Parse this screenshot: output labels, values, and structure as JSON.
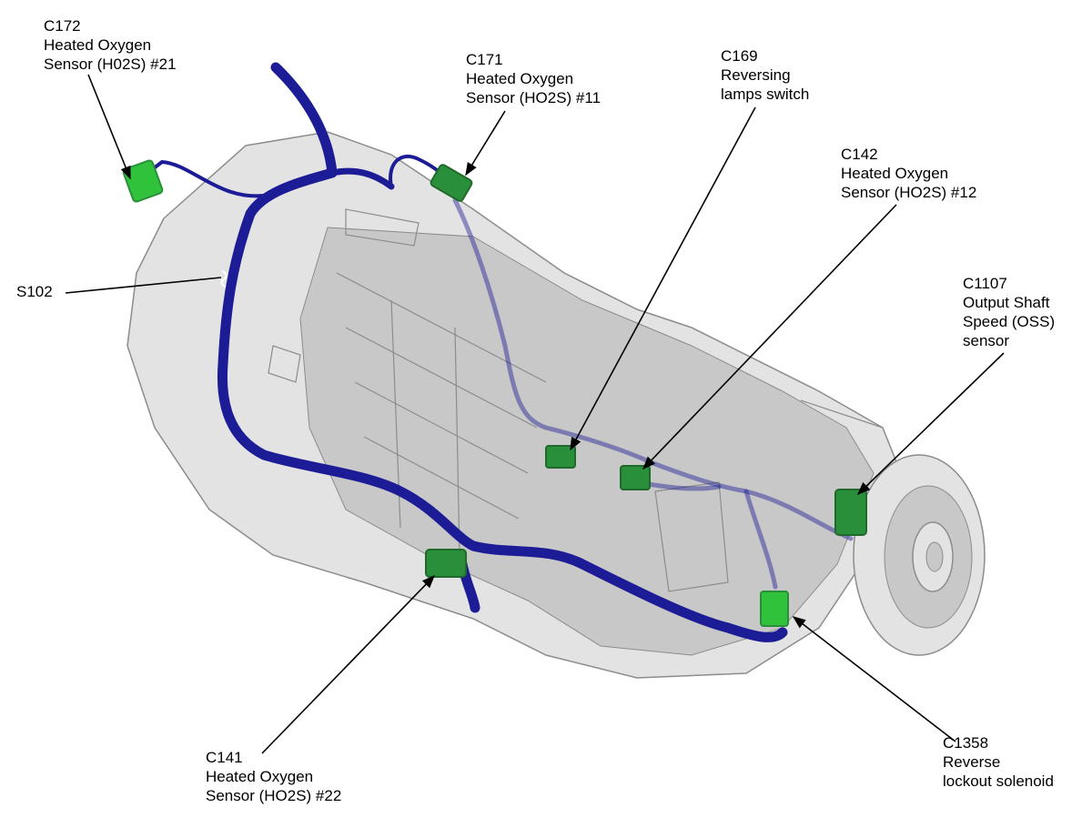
{
  "colors": {
    "housing": "#e3e3e3",
    "housing_shade": "#c8c8c8",
    "housing_edge": "#8c8c8c",
    "harness": "#1c1c96",
    "connector": "#2fc23a",
    "connector_dark": "#2a8f3b",
    "leader": "#000000"
  },
  "callouts": [
    {
      "id": "c172",
      "lines": [
        "C172",
        "Heated Oxygen",
        "Sensor (H02S) #21"
      ]
    },
    {
      "id": "c171",
      "lines": [
        "C171",
        "Heated Oxygen",
        "Sensor (HO2S) #11"
      ]
    },
    {
      "id": "c169",
      "lines": [
        "C169",
        "Reversing",
        "lamps switch"
      ]
    },
    {
      "id": "c142",
      "lines": [
        "C142",
        "Heated Oxygen",
        "Sensor (HO2S) #12"
      ]
    },
    {
      "id": "c1107",
      "lines": [
        "C1107",
        "Output Shaft",
        "Speed (OSS)",
        "sensor"
      ]
    },
    {
      "id": "s102",
      "lines": [
        "S102"
      ]
    },
    {
      "id": "c141",
      "lines": [
        "C141",
        "Heated Oxygen",
        "Sensor (HO2S) #22"
      ]
    },
    {
      "id": "c1358",
      "lines": [
        "C1358",
        "Reverse",
        "lockout solenoid"
      ]
    }
  ]
}
